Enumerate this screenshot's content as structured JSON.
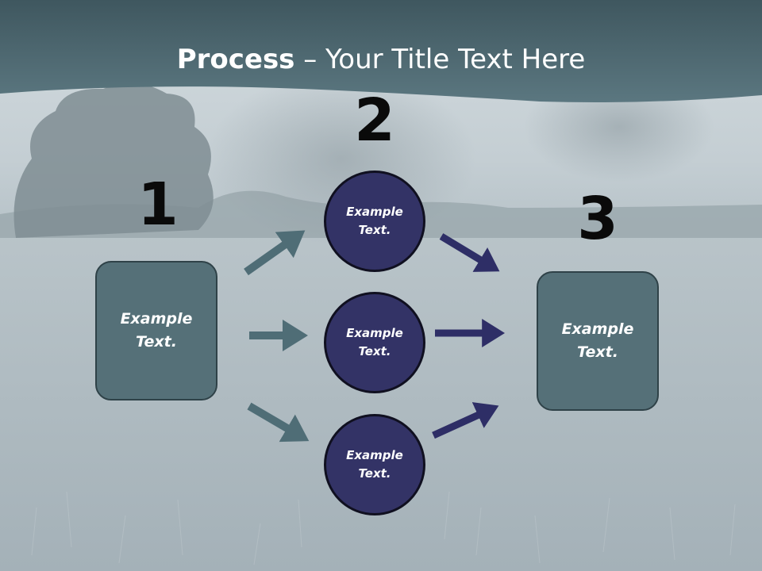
{
  "slide": {
    "title_bold": "Process",
    "title_rest": " – Your Title Text Here"
  },
  "steps": {
    "step1_number": "1",
    "step2_number": "2",
    "step3_number": "3"
  },
  "left_box": {
    "text_line1": "Example",
    "text_line2": "Text."
  },
  "right_box": {
    "text_line1": "Example",
    "text_line2": "Text."
  },
  "circles": [
    {
      "text_line1": "Example",
      "text_line2": "Text."
    },
    {
      "text_line1": "Example",
      "text_line2": "Text."
    },
    {
      "text_line1": "Example",
      "text_line2": "Text."
    }
  ],
  "colors": {
    "header_band": "#4e6870",
    "box_fill": "#557078",
    "circle_fill": "#333366",
    "arrow_in": "#4f6d76",
    "arrow_out": "#2e2e66"
  }
}
